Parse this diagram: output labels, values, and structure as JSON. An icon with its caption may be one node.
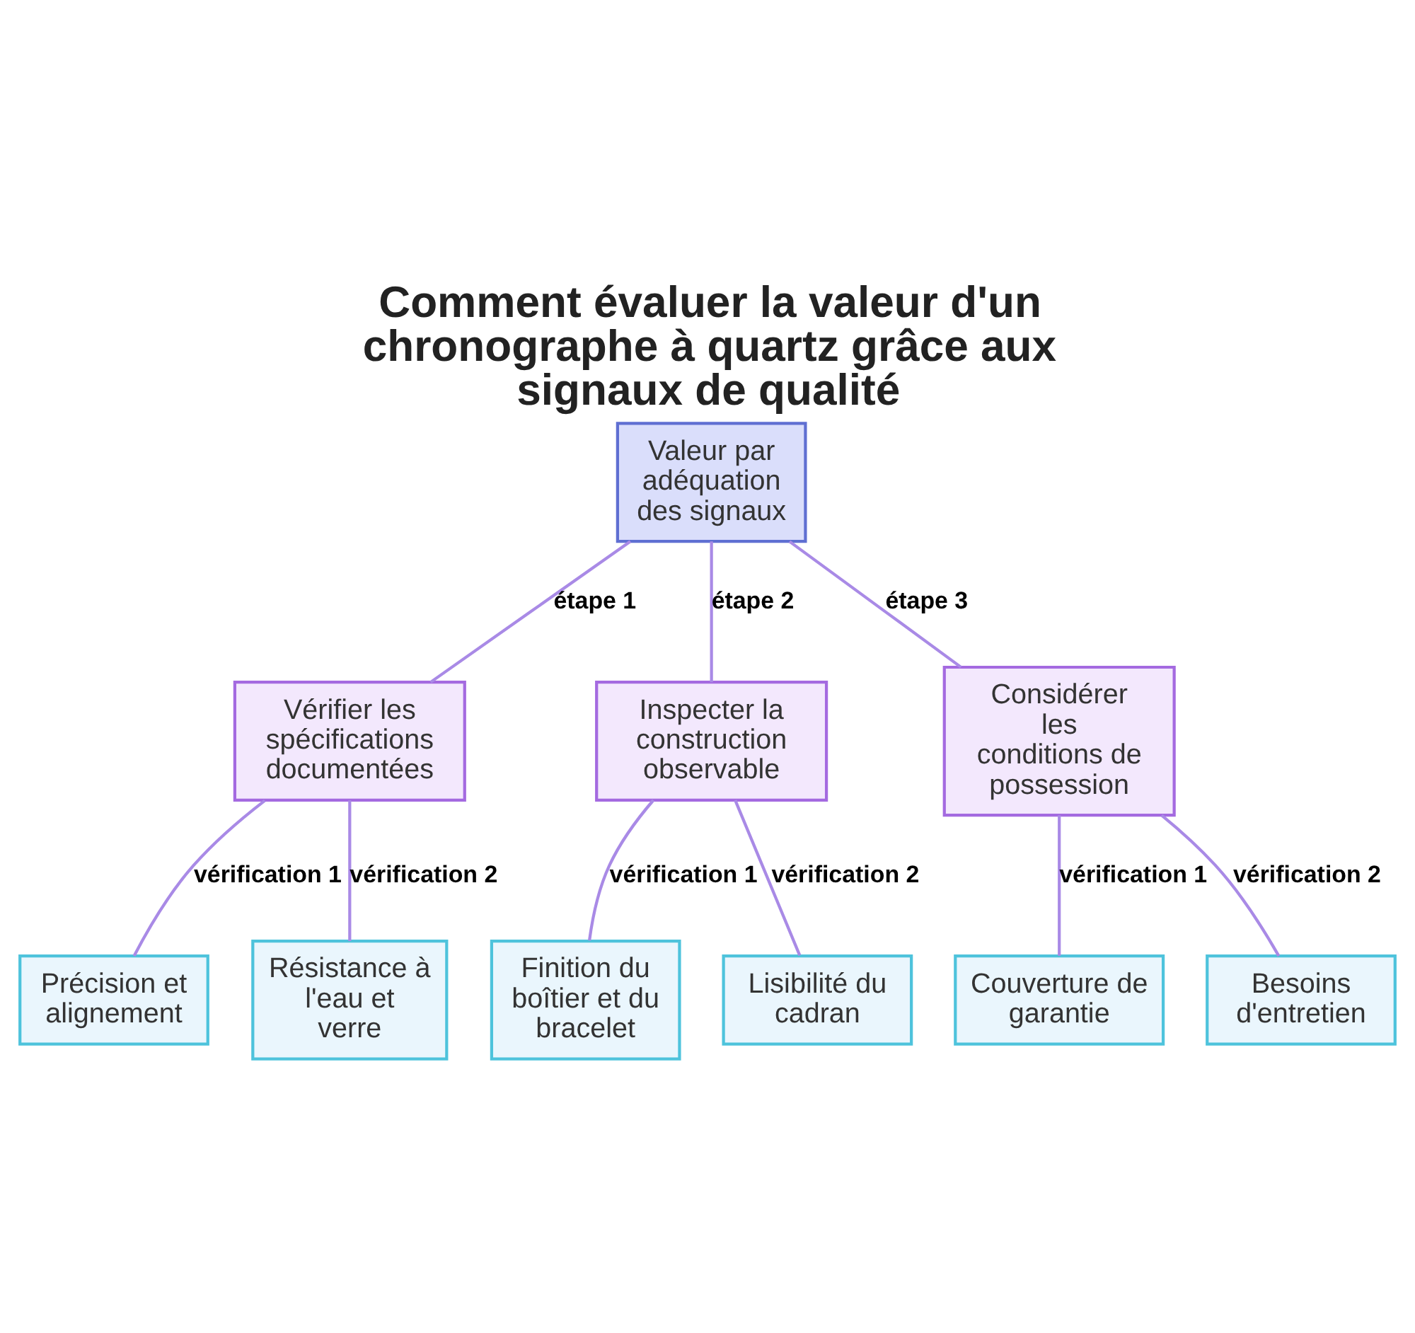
{
  "diagram": {
    "title": "Comment évaluer la valeur d'un chronographe à quartz grâce aux signaux de qualité",
    "nodes": [
      {
        "text": [
          "Valeur par adéquation des signaux"
        ]
      },
      {
        "text": [
          "Vérifier les spécifications documentées"
        ]
      },
      {
        "text": [
          "Inspecter la construction observable"
        ]
      },
      {
        "text": [
          "Considérer les conditions de possession"
        ]
      },
      {
        "text": [
          "Précision et alignement"
        ]
      },
      {
        "text": [
          "Résistance à l'eau et verre"
        ]
      },
      {
        "text": [
          "Finition du boîtier et du bracelet"
        ]
      },
      {
        "text": [
          "Lisibilité du cadran"
        ]
      },
      {
        "text": [
          "Couverture de garantie"
        ]
      },
      {
        "text": [
          "Besoins d'entretien"
        ]
      }
    ],
    "edges": [
      {
        "from": 0,
        "to": 1,
        "arrow": "none",
        "label": "étape 1"
      },
      {
        "from": 0,
        "to": 2,
        "arrow": "none",
        "label": "étape 2"
      },
      {
        "from": 0,
        "to": 3,
        "arrow": "none",
        "label": "étape 3"
      },
      {
        "from": 1,
        "to": 4,
        "arrow": "none",
        "label": "vérification 1"
      },
      {
        "from": 1,
        "to": 5,
        "arrow": "none",
        "label": "vérification 2"
      },
      {
        "from": 2,
        "to": 6,
        "arrow": "none",
        "label": "vérification 1"
      },
      {
        "from": 2,
        "to": 7,
        "arrow": "none",
        "label": "vérification 2"
      },
      {
        "from": 3,
        "to": 8,
        "arrow": "none",
        "label": "vérification 1"
      },
      {
        "from": 3,
        "to": 9,
        "arrow": "none",
        "label": "vérification 2"
      }
    ]
  }
}
